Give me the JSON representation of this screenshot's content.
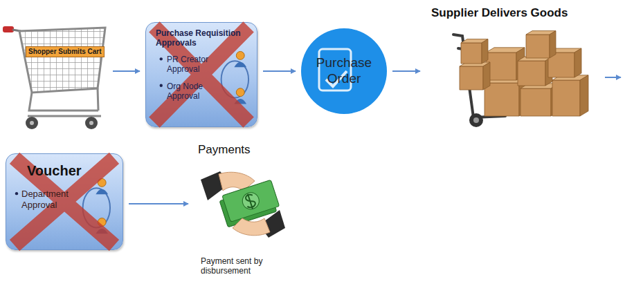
{
  "diagram": {
    "nodes": [
      {
        "text": [
          "Shopper Submits Cart"
        ]
      },
      {
        "text": [
          "Purchase Requisition Approvals",
          "PR Creator Approval",
          "Org Node Approval"
        ]
      },
      {
        "text": [
          "Purchase Order"
        ]
      },
      {
        "text": [
          "Supplier Delivers Goods"
        ]
      },
      {
        "text": [
          "Voucher",
          "Department Approval"
        ]
      },
      {
        "text": [
          "Payments",
          "Payment sent by disbursement"
        ]
      }
    ],
    "edges": [
      {
        "from": 0,
        "to": 1,
        "arrow": "to"
      },
      {
        "from": 1,
        "to": 2,
        "arrow": "to"
      },
      {
        "from": 2,
        "to": 3,
        "arrow": "to"
      },
      {
        "from": 4,
        "to": 5,
        "arrow": "to"
      }
    ]
  }
}
